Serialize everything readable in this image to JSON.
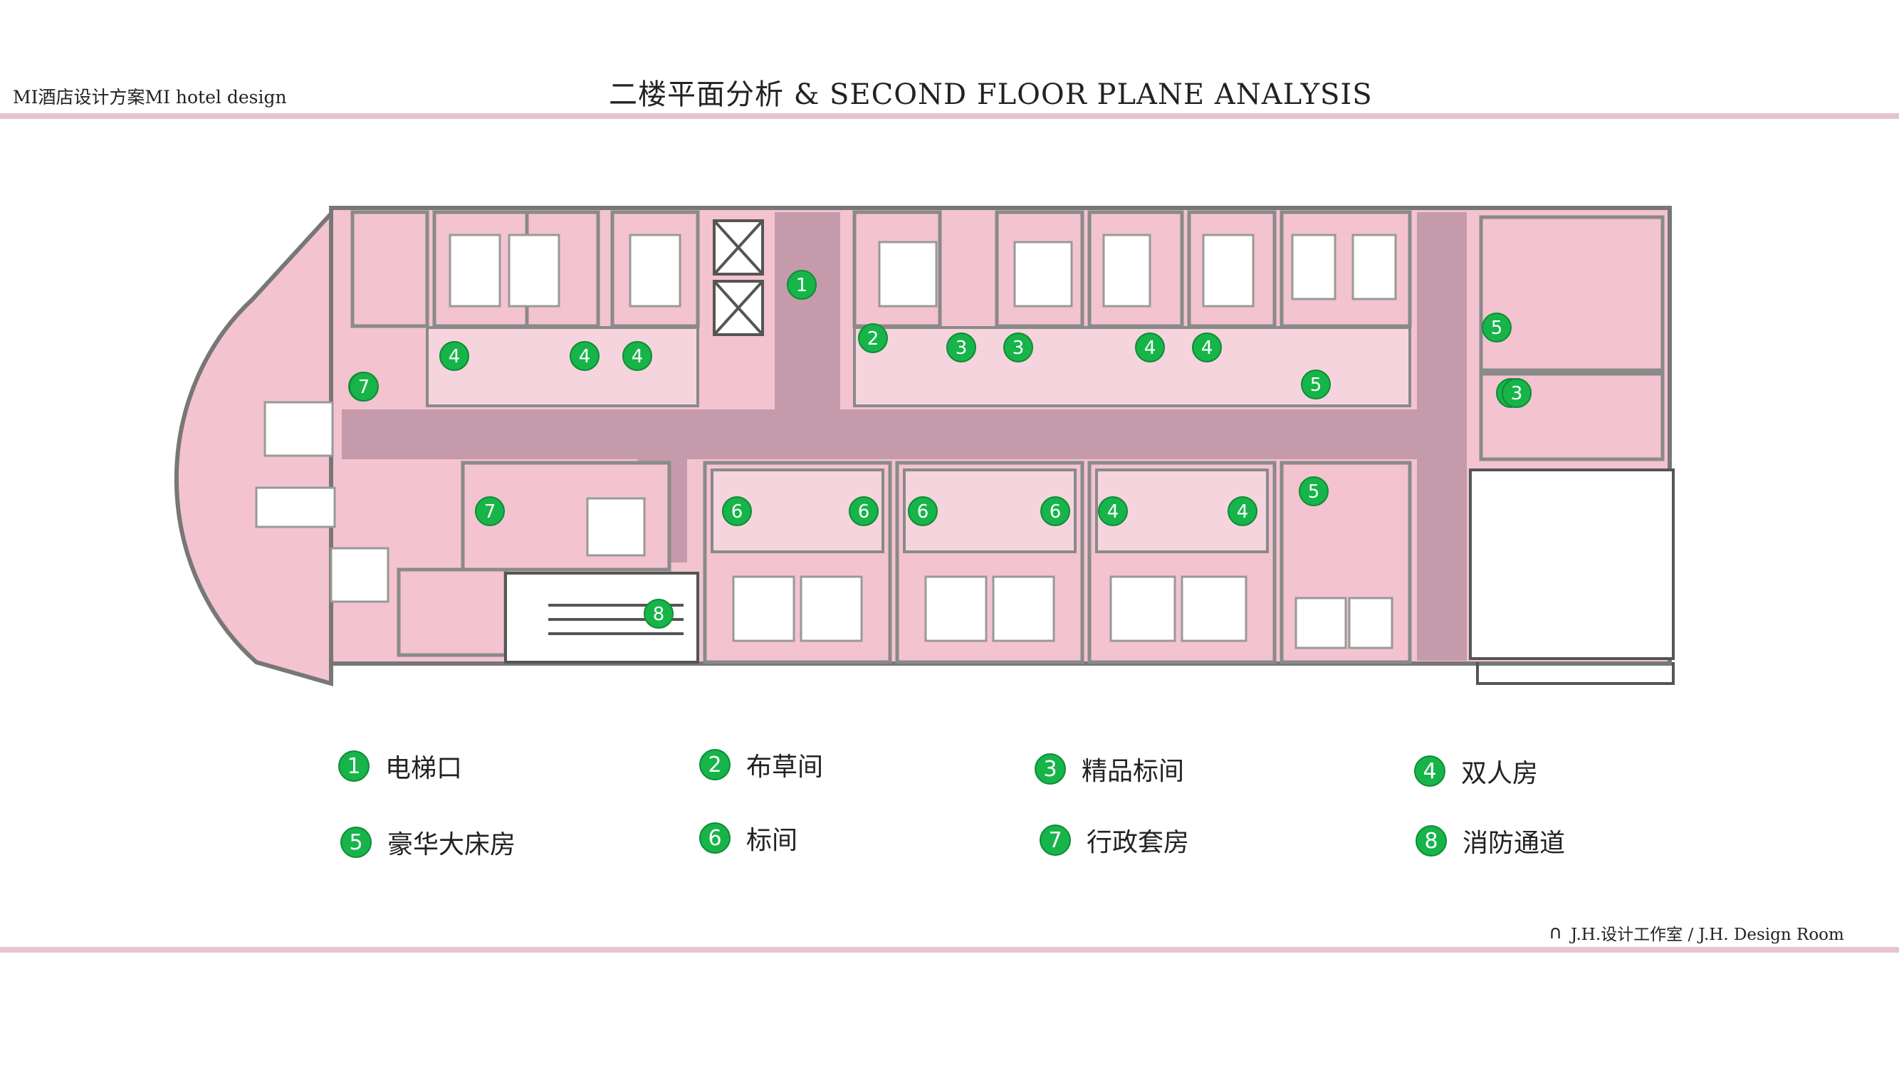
{
  "header": {
    "left_title": "MI酒店设计方案MI hotel design",
    "title": "二楼平面分析 & SECOND FLOOR PLANE ANALYSIS"
  },
  "footer": {
    "logo_glyph": "∩",
    "credit": "J.H.设计工作室 / J.H. Design Room"
  },
  "colors": {
    "room_pink": "#f3c3d0",
    "corridor": "#c59bab",
    "wall": "#8a8a8a",
    "marker_green": "#17b44a",
    "rule_pink": "#e7c5cc"
  },
  "plan_markers": [
    "1",
    "2",
    "3",
    "3",
    "3",
    "4",
    "4",
    "4",
    "4",
    "4",
    "4",
    "4",
    "5",
    "5",
    "5",
    "3",
    "6",
    "6",
    "6",
    "6",
    "7",
    "7",
    "8",
    "4",
    "4"
  ],
  "legend": [
    {
      "number": "1",
      "label": "电梯口"
    },
    {
      "number": "2",
      "label": "布草间"
    },
    {
      "number": "3",
      "label": "精品标间"
    },
    {
      "number": "4",
      "label": "双人房"
    },
    {
      "number": "5",
      "label": "豪华大床房"
    },
    {
      "number": "6",
      "label": "标间"
    },
    {
      "number": "7",
      "label": "行政套房"
    },
    {
      "number": "8",
      "label": "消防通道"
    }
  ]
}
